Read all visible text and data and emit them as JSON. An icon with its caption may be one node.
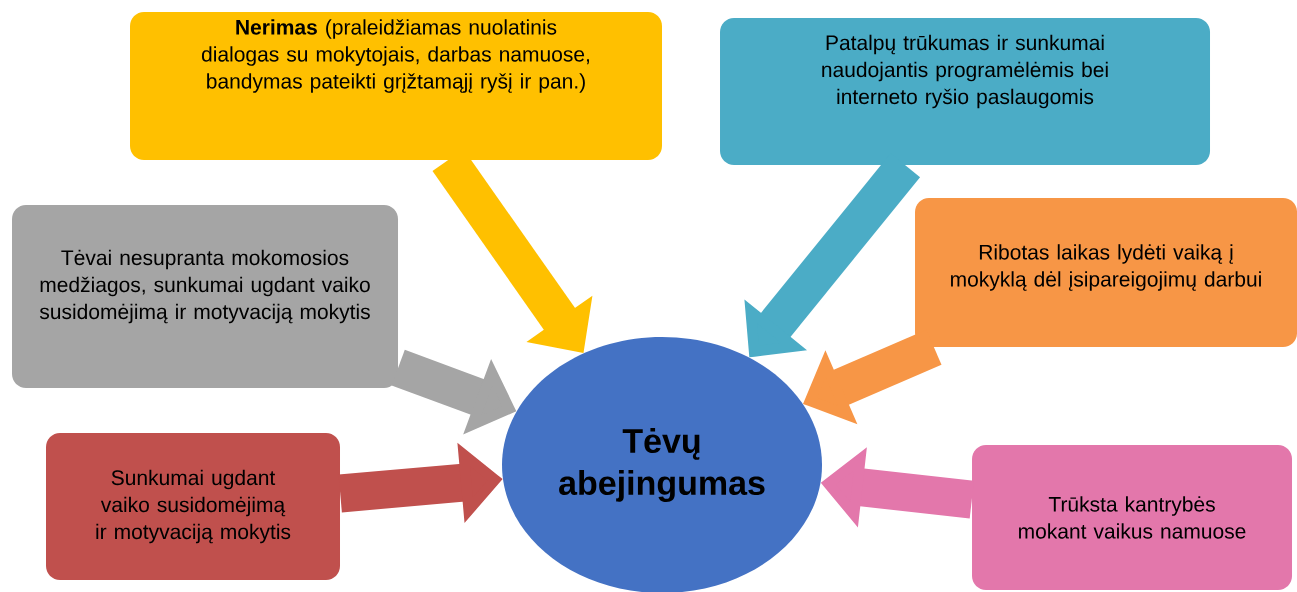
{
  "diagram": {
    "nodes": [
      {
        "text": [
          "**Nerimas** (praleidžiamas nuolatinis dialogas su mokytojais, darbas namuose, bandymas pateikti grįžtamąjį ryšį ir pan.)"
        ]
      },
      {
        "text": [
          "Patalpų trūkumas ir sunkumai naudojantis programėlėmis bei interneto ryšio paslaugomis"
        ]
      },
      {
        "text": [
          "Tėvai nesupranta mokomosios medžiagos, sunkumai ugdant vaiko susidomėjimą ir motyvaciją mokytis"
        ]
      },
      {
        "text": [
          "Ribotas laikas lydėti vaiką į mokyklą dėl įsipareigojimų darbui"
        ]
      },
      {
        "text": [
          "Sunkumai ugdant vaiko susidomėjimą ir motyvaciją mokytis"
        ]
      },
      {
        "text": [
          "Trūksta kantrybės mokant vaikus namuose"
        ]
      },
      {
        "text": [
          "Tėvų abejingumas"
        ]
      }
    ],
    "edges": [
      {
        "from": 0,
        "to": 6,
        "arrow": "to",
        "color": "#ffc000"
      },
      {
        "from": 1,
        "to": 6,
        "arrow": "to",
        "color": "#4bacc6"
      },
      {
        "from": 2,
        "to": 6,
        "arrow": "to",
        "color": "#a5a5a5"
      },
      {
        "from": 3,
        "to": 6,
        "arrow": "to",
        "color": "#f79646"
      },
      {
        "from": 4,
        "to": 6,
        "arrow": "to",
        "color": "#c0504d"
      },
      {
        "from": 5,
        "to": 6,
        "arrow": "to",
        "color": "#e377ab"
      }
    ]
  }
}
